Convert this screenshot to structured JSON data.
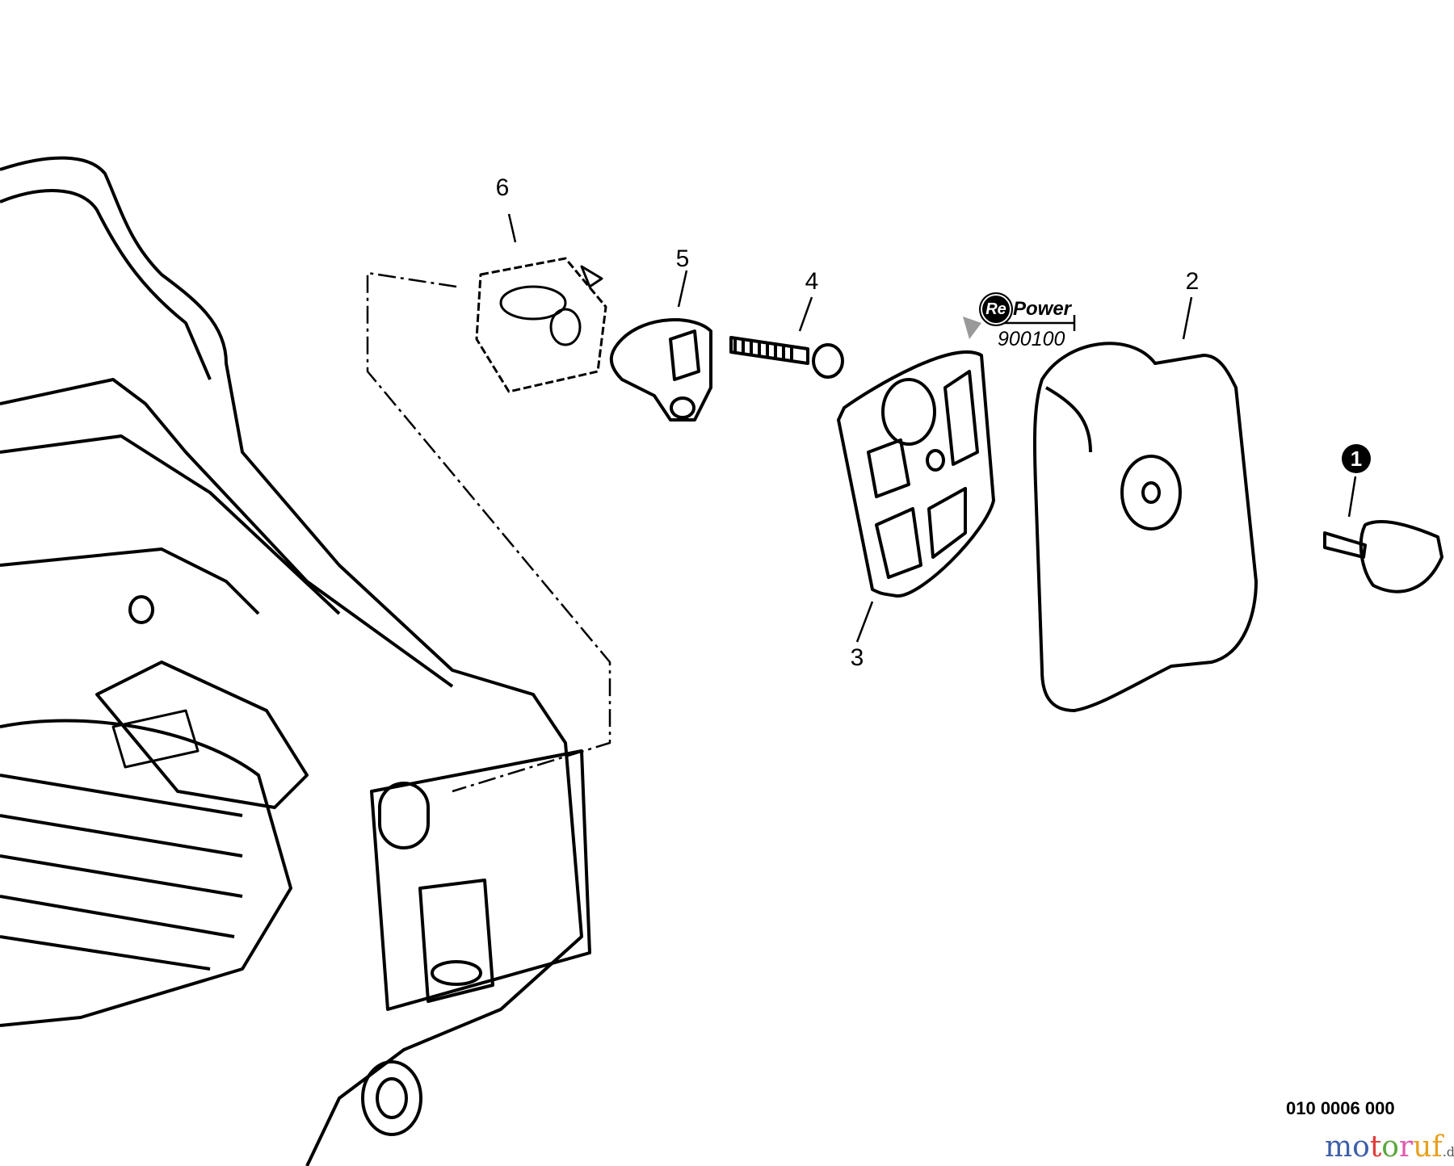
{
  "diagram": {
    "part_labels": [
      "1",
      "2",
      "3",
      "4",
      "5",
      "6"
    ],
    "brand_logo": {
      "prefix": "Re",
      "suffix": "Power"
    },
    "reference_number": "900100",
    "drawing_code": "010 0006 000"
  },
  "watermark": {
    "name": "motoruf",
    "tld": ".de",
    "letter_colors": [
      "#3d5fa8",
      "#3d5fa8",
      "#e03b3b",
      "#5aa83d",
      "#e05ab0",
      "#e8a020",
      "#e8a020"
    ]
  }
}
